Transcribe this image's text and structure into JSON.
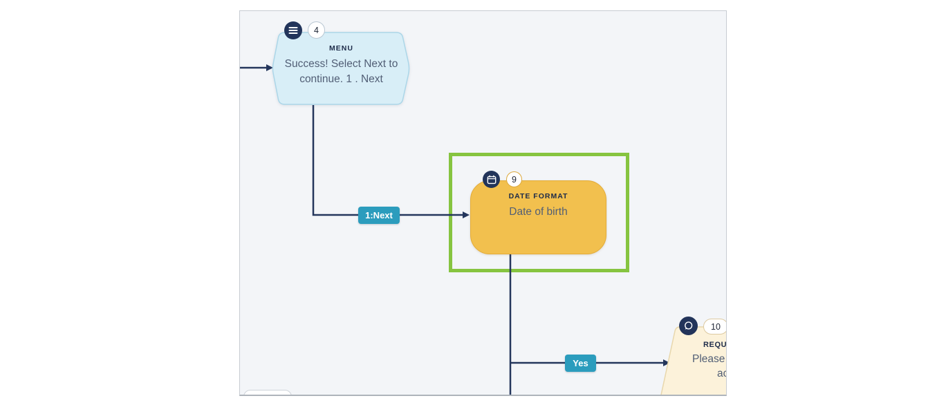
{
  "canvas": {
    "name": "flow-builder-canvas"
  },
  "colors": {
    "canvas_bg": "#f3f5f8",
    "connector": "#24365c",
    "selection_green": "#86c440",
    "chip_teal": "#2b9cbd",
    "icon_circle_navy": "#22345a",
    "menu_fill": "#d8eef7",
    "menu_border": "#abd6e8",
    "date_fill": "#f2c04e",
    "date_border": "#e3ab37",
    "request_fill": "#fcf2da",
    "request_border": "#e8d7ac"
  },
  "nodes": {
    "menu": {
      "badge": "4",
      "icon": "hamburger-menu-icon",
      "type_label": "MENU",
      "text_lines": [
        "Success! Select Next to",
        "continue. 1 . Next"
      ]
    },
    "date_format": {
      "badge": "9",
      "icon": "calendar-icon",
      "type_label": "DATE FORMAT",
      "text": "Date of birth",
      "selected": true
    },
    "request": {
      "badge": "10",
      "icon": "chat-bubble-icon",
      "type_label_visible": "REQU",
      "text_lines_visible": [
        "Please",
        "ac"
      ]
    }
  },
  "connectors": {
    "menu_to_date": {
      "label": "1:Next"
    },
    "date_to_request": {
      "label": "Yes"
    }
  }
}
